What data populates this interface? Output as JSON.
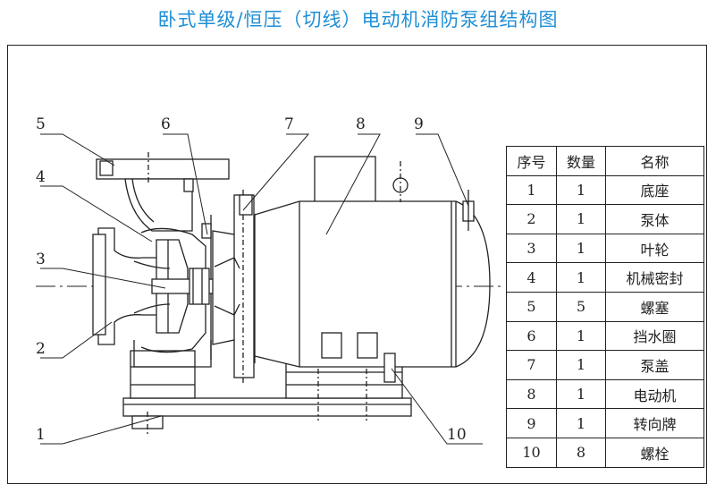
{
  "title": "卧式单级/恒压（切线）电动机消防泵组结构图",
  "callouts": [
    "1",
    "2",
    "3",
    "4",
    "5",
    "6",
    "7",
    "8",
    "9",
    "10"
  ],
  "parts_table": {
    "headers": [
      "序号",
      "数量",
      "名称"
    ],
    "rows": [
      {
        "no": "1",
        "qty": "1",
        "name": "底座"
      },
      {
        "no": "2",
        "qty": "1",
        "name": "泵体"
      },
      {
        "no": "3",
        "qty": "1",
        "name": "叶轮"
      },
      {
        "no": "4",
        "qty": "1",
        "name": "机械密封"
      },
      {
        "no": "5",
        "qty": "5",
        "name": "螺塞"
      },
      {
        "no": "6",
        "qty": "1",
        "name": "挡水圈"
      },
      {
        "no": "7",
        "qty": "1",
        "name": "泵盖"
      },
      {
        "no": "8",
        "qty": "1",
        "name": "电动机"
      },
      {
        "no": "9",
        "qty": "1",
        "name": "转向牌"
      },
      {
        "no": "10",
        "qty": "8",
        "name": "螺栓"
      }
    ]
  },
  "colors": {
    "title": "#1f8fd6",
    "line": "#222222",
    "background": "#ffffff"
  }
}
